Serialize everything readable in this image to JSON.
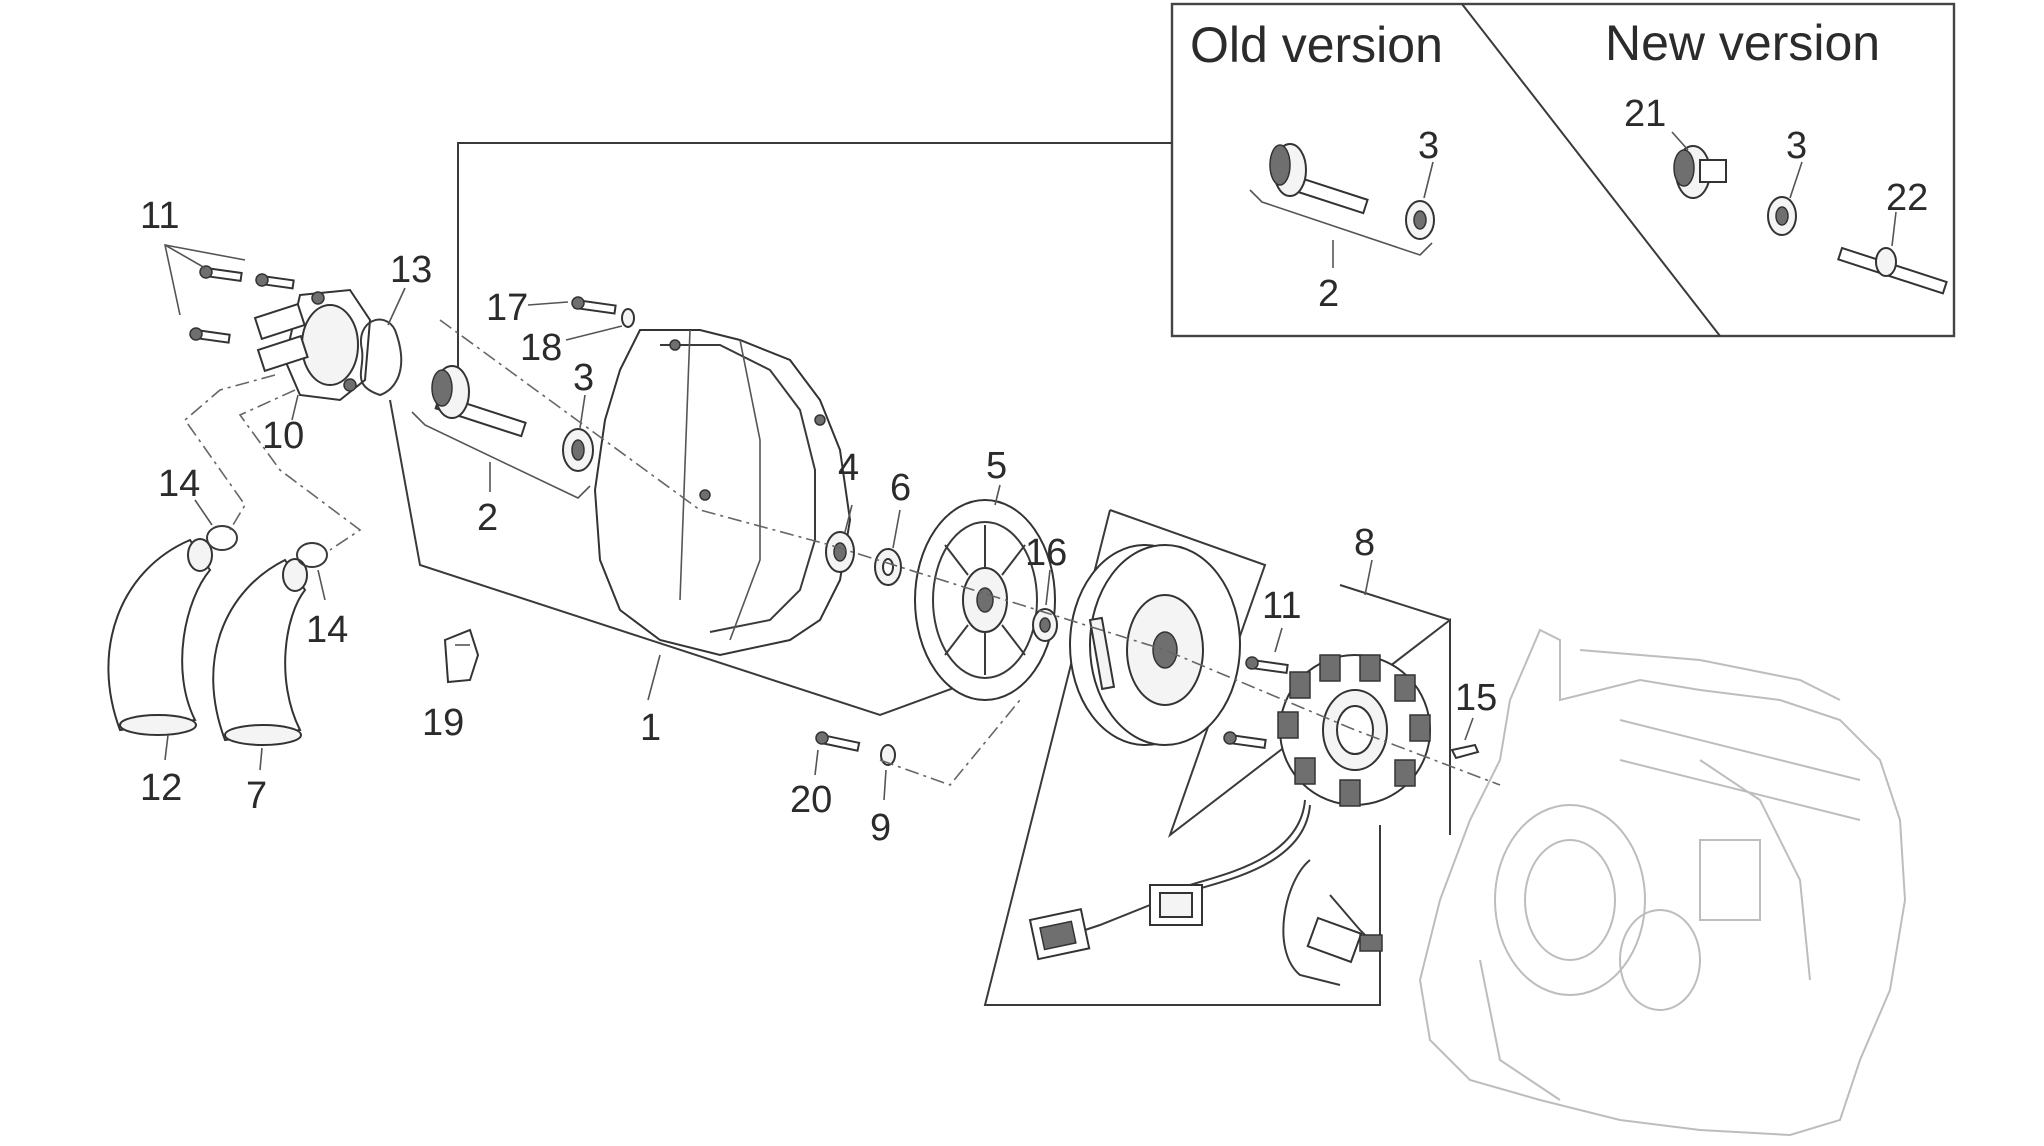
{
  "inset": {
    "old_title": "Old version",
    "new_title": "New version",
    "labels": {
      "old_2": "2",
      "old_3": "3",
      "new_21": "21",
      "new_3": "3",
      "new_22": "22"
    }
  },
  "callouts": {
    "c1": "1",
    "c2": "2",
    "c3": "3",
    "c4": "4",
    "c5": "5",
    "c6": "6",
    "c7": "7",
    "c8": "8",
    "c9": "9",
    "c10": "10",
    "c11a": "11",
    "c11b": "11",
    "c12": "12",
    "c13": "13",
    "c14a": "14",
    "c14b": "14",
    "c15": "15",
    "c16": "16",
    "c17": "17",
    "c18": "18",
    "c19": "19",
    "c20": "20"
  }
}
